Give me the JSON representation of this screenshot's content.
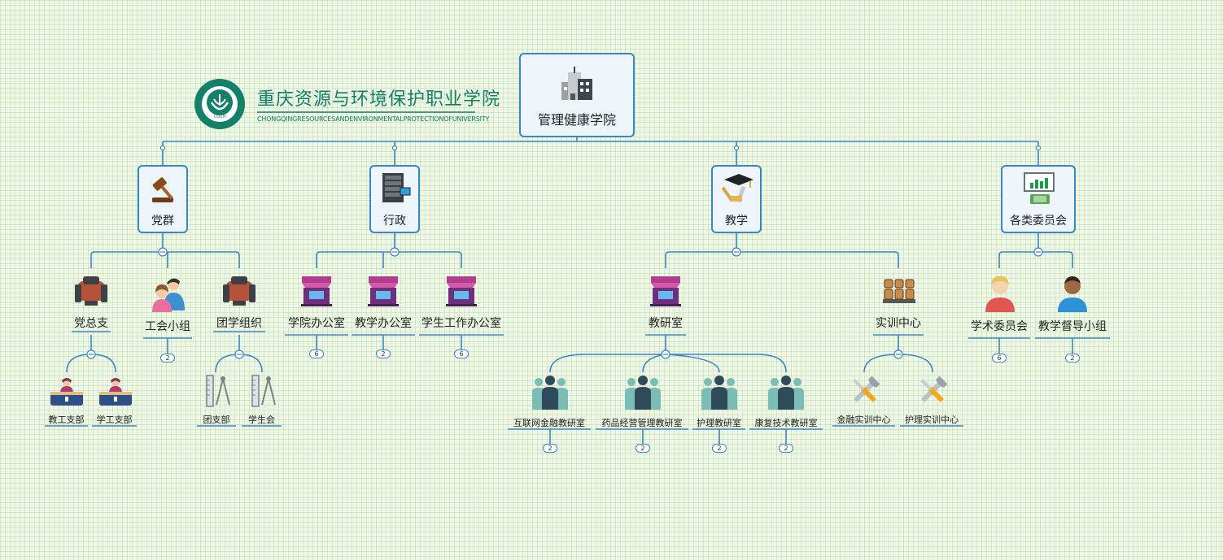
{
  "logo": {
    "name_cn": "重庆资源与环境保护职业学院",
    "name_en": "CHONGQINGRESOURCESANDENVIRONMENTALPROTECTIONOFUNIVERSITY",
    "emblem_text": "CQZH"
  },
  "root": {
    "label": "管理健康学院"
  },
  "groups": {
    "dangqun": {
      "label": "党群",
      "children": {
        "dangzongzhi": {
          "label": "党总支",
          "children": {
            "jiaogong": "教工支部",
            "xuegong": "学工支部"
          }
        },
        "gonghui": {
          "label": "工会小组",
          "badge": "2"
        },
        "tuanxue": {
          "label": "团学组织",
          "children": {
            "tuanzhibu": "团支部",
            "xueshenghui": "学生会"
          }
        }
      }
    },
    "xingzheng": {
      "label": "行政",
      "children": {
        "xueyuan": {
          "label": "学院办公室",
          "badge": "6"
        },
        "jiaoxue": {
          "label": "教学办公室",
          "badge": "2"
        },
        "xuesheng": {
          "label": "学生工作办公室",
          "badge": "6"
        }
      }
    },
    "jiaoxue": {
      "label": "教学",
      "children": {
        "jiaoyanshi": {
          "label": "教研室",
          "children": {
            "hulianwang": {
              "label": "互联网金融教研室",
              "badge": "2"
            },
            "yaopin": {
              "label": "药品经营管理教研室",
              "badge": "2"
            },
            "huli": {
              "label": "护理教研室",
              "badge": "2"
            },
            "kangfu": {
              "label": "康复技术教研室",
              "badge": "2"
            }
          }
        },
        "shixun": {
          "label": "实训中心",
          "children": {
            "jinrong": "金融实训中心",
            "hulishixun": "护理实训中心"
          }
        }
      }
    },
    "weiyuanhui": {
      "label": "各类委员会",
      "children": {
        "xueshu": {
          "label": "学术委员会",
          "badge": "6"
        },
        "dudao": {
          "label": "教学督导小组",
          "badge": "2"
        }
      }
    }
  },
  "colors": {
    "line": "#3a87c4",
    "node_fill": "#edf5fb",
    "logo": "#14806a"
  }
}
